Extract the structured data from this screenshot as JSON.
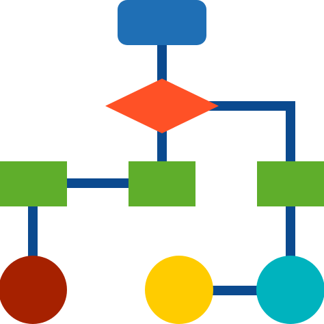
{
  "icon": {
    "name": "flowchart-icon",
    "colors": {
      "connector": "#0B4A8F",
      "start_box": "#1F6FB5",
      "decision_diamond": "#FF5126",
      "process_box": "#5FAE2B",
      "end_circle_red": "#A62100",
      "end_circle_yellow": "#FFCC00",
      "end_circle_teal": "#00B3BE"
    },
    "nodes": [
      {
        "id": "start",
        "shape": "rounded-rectangle",
        "color_key": "start_box"
      },
      {
        "id": "decision",
        "shape": "diamond",
        "color_key": "decision_diamond"
      },
      {
        "id": "process-left",
        "shape": "rectangle",
        "color_key": "process_box"
      },
      {
        "id": "process-center",
        "shape": "rectangle",
        "color_key": "process_box"
      },
      {
        "id": "process-right",
        "shape": "rectangle",
        "color_key": "process_box"
      },
      {
        "id": "end-red",
        "shape": "circle",
        "color_key": "end_circle_red"
      },
      {
        "id": "end-yellow",
        "shape": "circle",
        "color_key": "end_circle_yellow"
      },
      {
        "id": "end-teal",
        "shape": "circle",
        "color_key": "end_circle_teal"
      }
    ]
  }
}
